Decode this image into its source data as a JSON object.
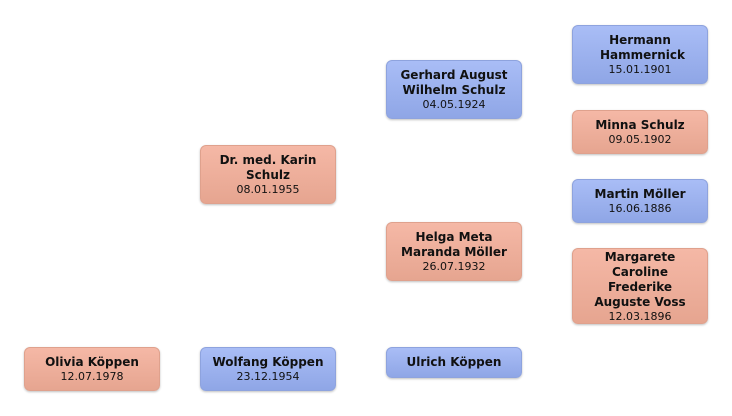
{
  "colors": {
    "male": "#9bb1ee",
    "female": "#efae99"
  },
  "people": {
    "olivia": {
      "name": "Olivia Köppen",
      "date": "12.07.1978"
    },
    "wolfgang": {
      "name": "Wolfang Köppen",
      "date": "23.12.1954"
    },
    "karin": {
      "name": "Dr. med. Karin Schulz",
      "date": "08.01.1955"
    },
    "ulrich": {
      "name": "Ulrich Köppen",
      "date": ""
    },
    "gerhard": {
      "name": "Gerhard August Wilhelm Schulz",
      "date": "04.05.1924"
    },
    "helga": {
      "name": "Helga Meta Maranda Möller",
      "date": "26.07.1932"
    },
    "hermann": {
      "name": "Hermann Hammernick",
      "date": "15.01.1901"
    },
    "minna": {
      "name": "Minna Schulz",
      "date": "09.05.1902"
    },
    "martin": {
      "name": "Martin Möller",
      "date": "16.06.1886"
    },
    "margarete": {
      "name": "Margarete Caroline Frederike Auguste Voss",
      "date": "12.03.1896"
    }
  }
}
